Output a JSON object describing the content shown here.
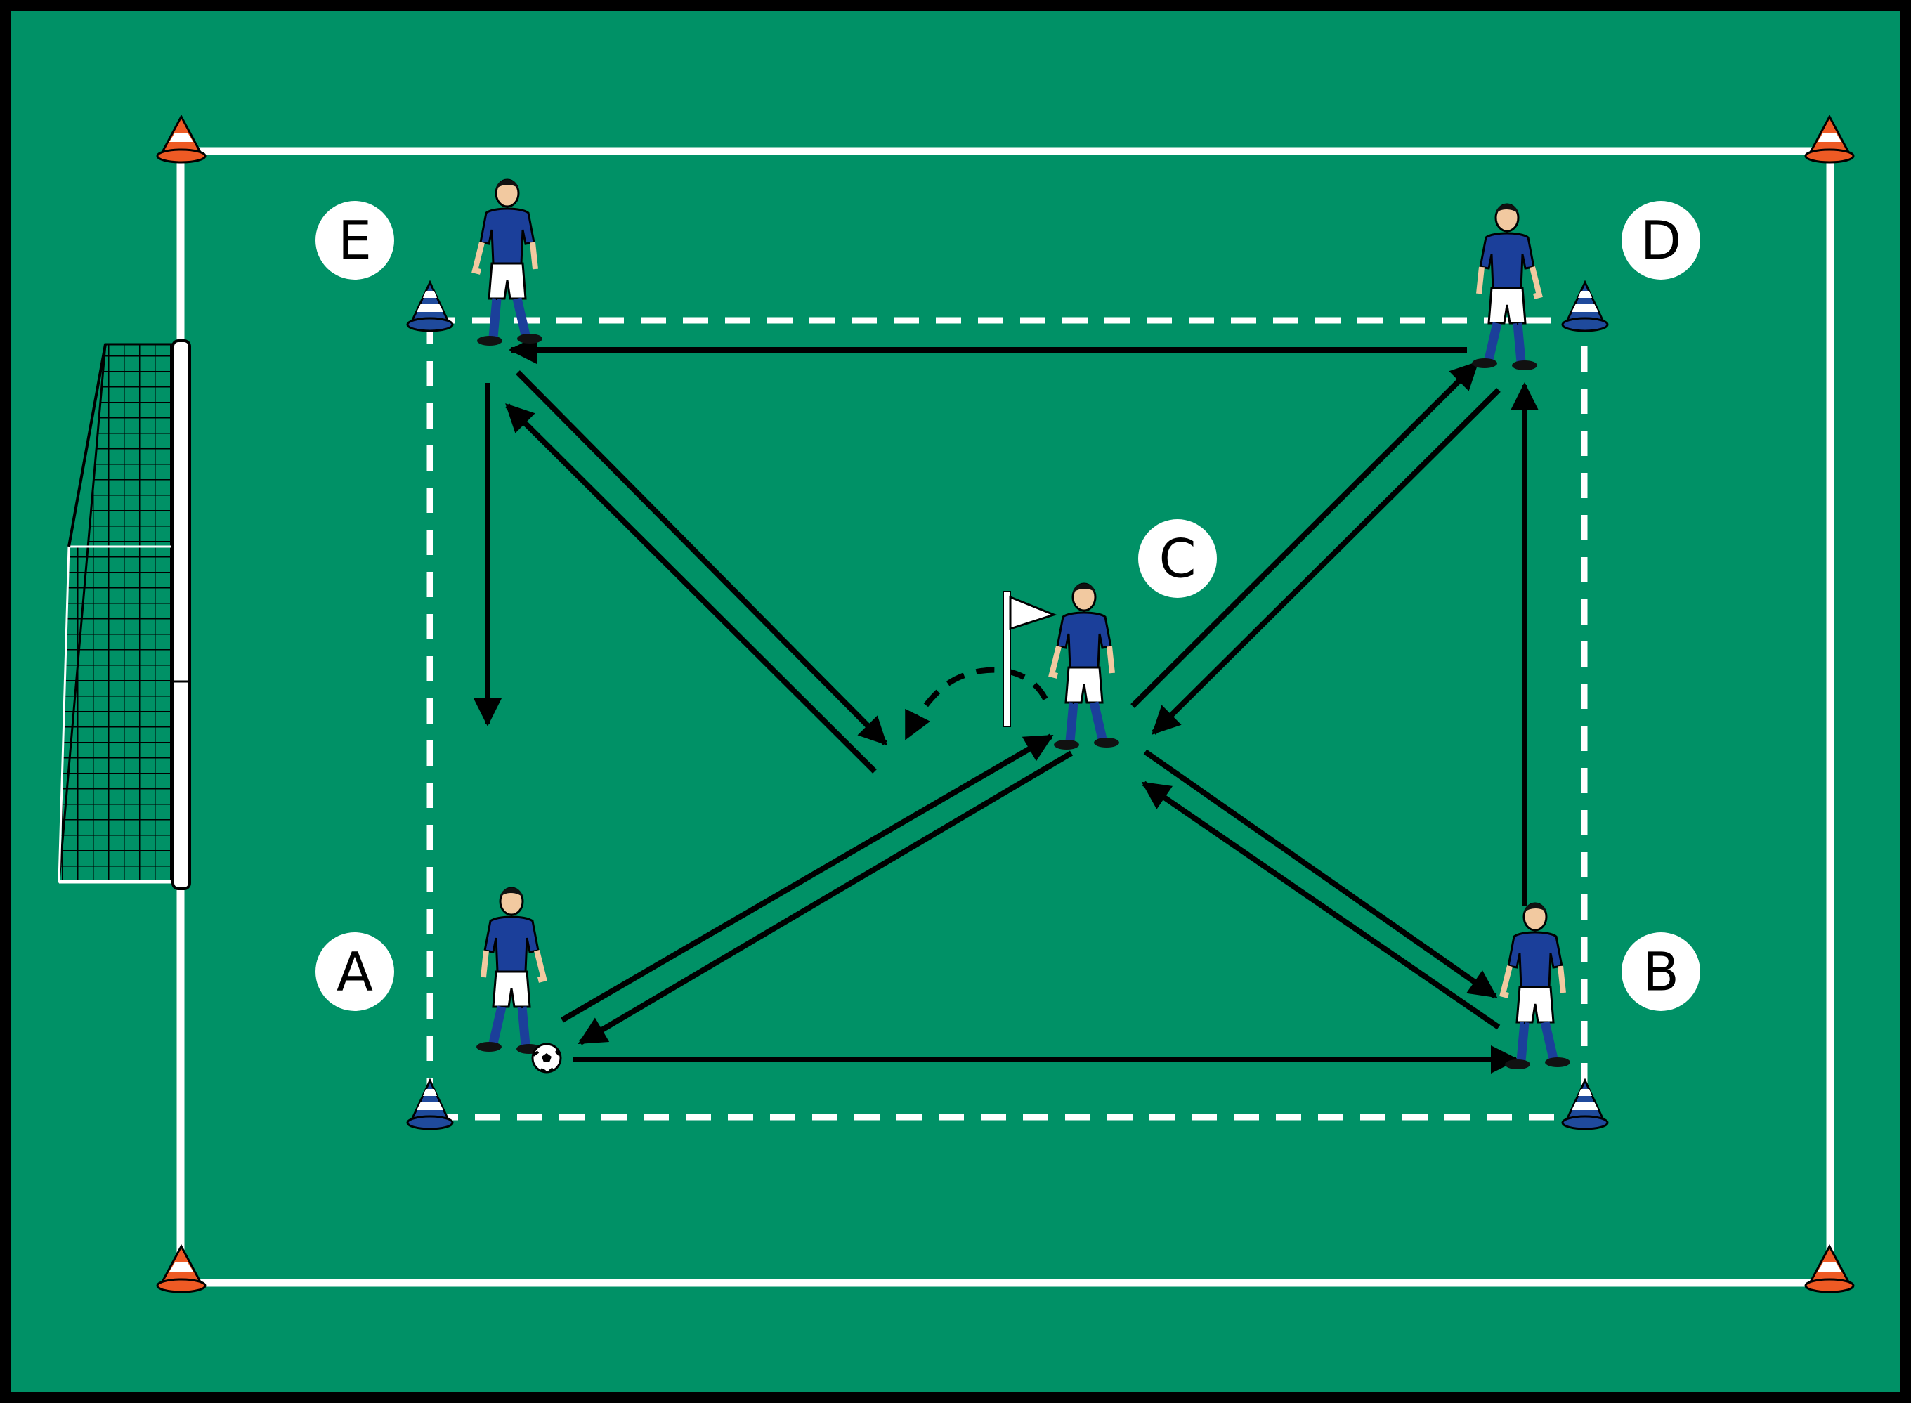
{
  "colors": {
    "pitch": "#009166",
    "frame": "#000000",
    "line": "#ffffff",
    "arrow": "#000000",
    "jersey": "#1b3f9a",
    "shorts": "#ffffff",
    "cone_outer": "#ee5a24",
    "cone_inner": "#1f4a9c"
  },
  "stations": [
    {
      "id": "A",
      "label": "A"
    },
    {
      "id": "B",
      "label": "B"
    },
    {
      "id": "C",
      "label": "C"
    },
    {
      "id": "D",
      "label": "D"
    },
    {
      "id": "E",
      "label": "E"
    }
  ],
  "icons": {
    "outer_cone": "traffic-cone-icon",
    "inner_cone": "marker-cone-icon",
    "flag": "corner-flag-icon",
    "ball": "soccer-ball-icon",
    "goal": "goal-net-icon",
    "player": "player-icon"
  }
}
